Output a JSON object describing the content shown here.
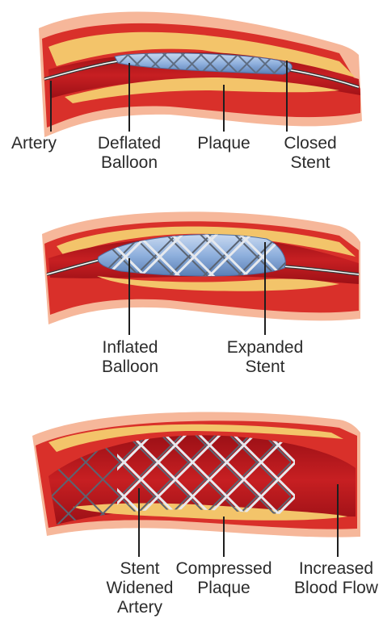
{
  "panels": [
    {
      "stage": "closed",
      "labels": [
        {
          "lines": [
            "Artery"
          ]
        },
        {
          "lines": [
            "Deflated",
            "Balloon"
          ]
        },
        {
          "lines": [
            "Plaque"
          ]
        },
        {
          "lines": [
            "Closed",
            "Stent"
          ]
        }
      ]
    },
    {
      "stage": "expanded",
      "labels": [
        {
          "lines": [
            "Inflated",
            "Balloon"
          ]
        },
        {
          "lines": [
            "Expanded",
            "Stent"
          ]
        }
      ]
    },
    {
      "stage": "widened",
      "labels": [
        {
          "lines": [
            "Stent",
            "Widened",
            "Artery"
          ]
        },
        {
          "lines": [
            "Compressed",
            "Plaque"
          ]
        },
        {
          "lines": [
            "Increased",
            "Blood Flow"
          ]
        }
      ]
    }
  ],
  "colors": {
    "outer_wall": "#f6b79a",
    "wall_red": "#d9302a",
    "lumen_dark": "#b5161b",
    "plaque": "#f3c46a",
    "balloon": "#8fb0dd",
    "stent": "#6f7f95",
    "wire": "#3a3a3a",
    "text": "#2b2b2b"
  }
}
